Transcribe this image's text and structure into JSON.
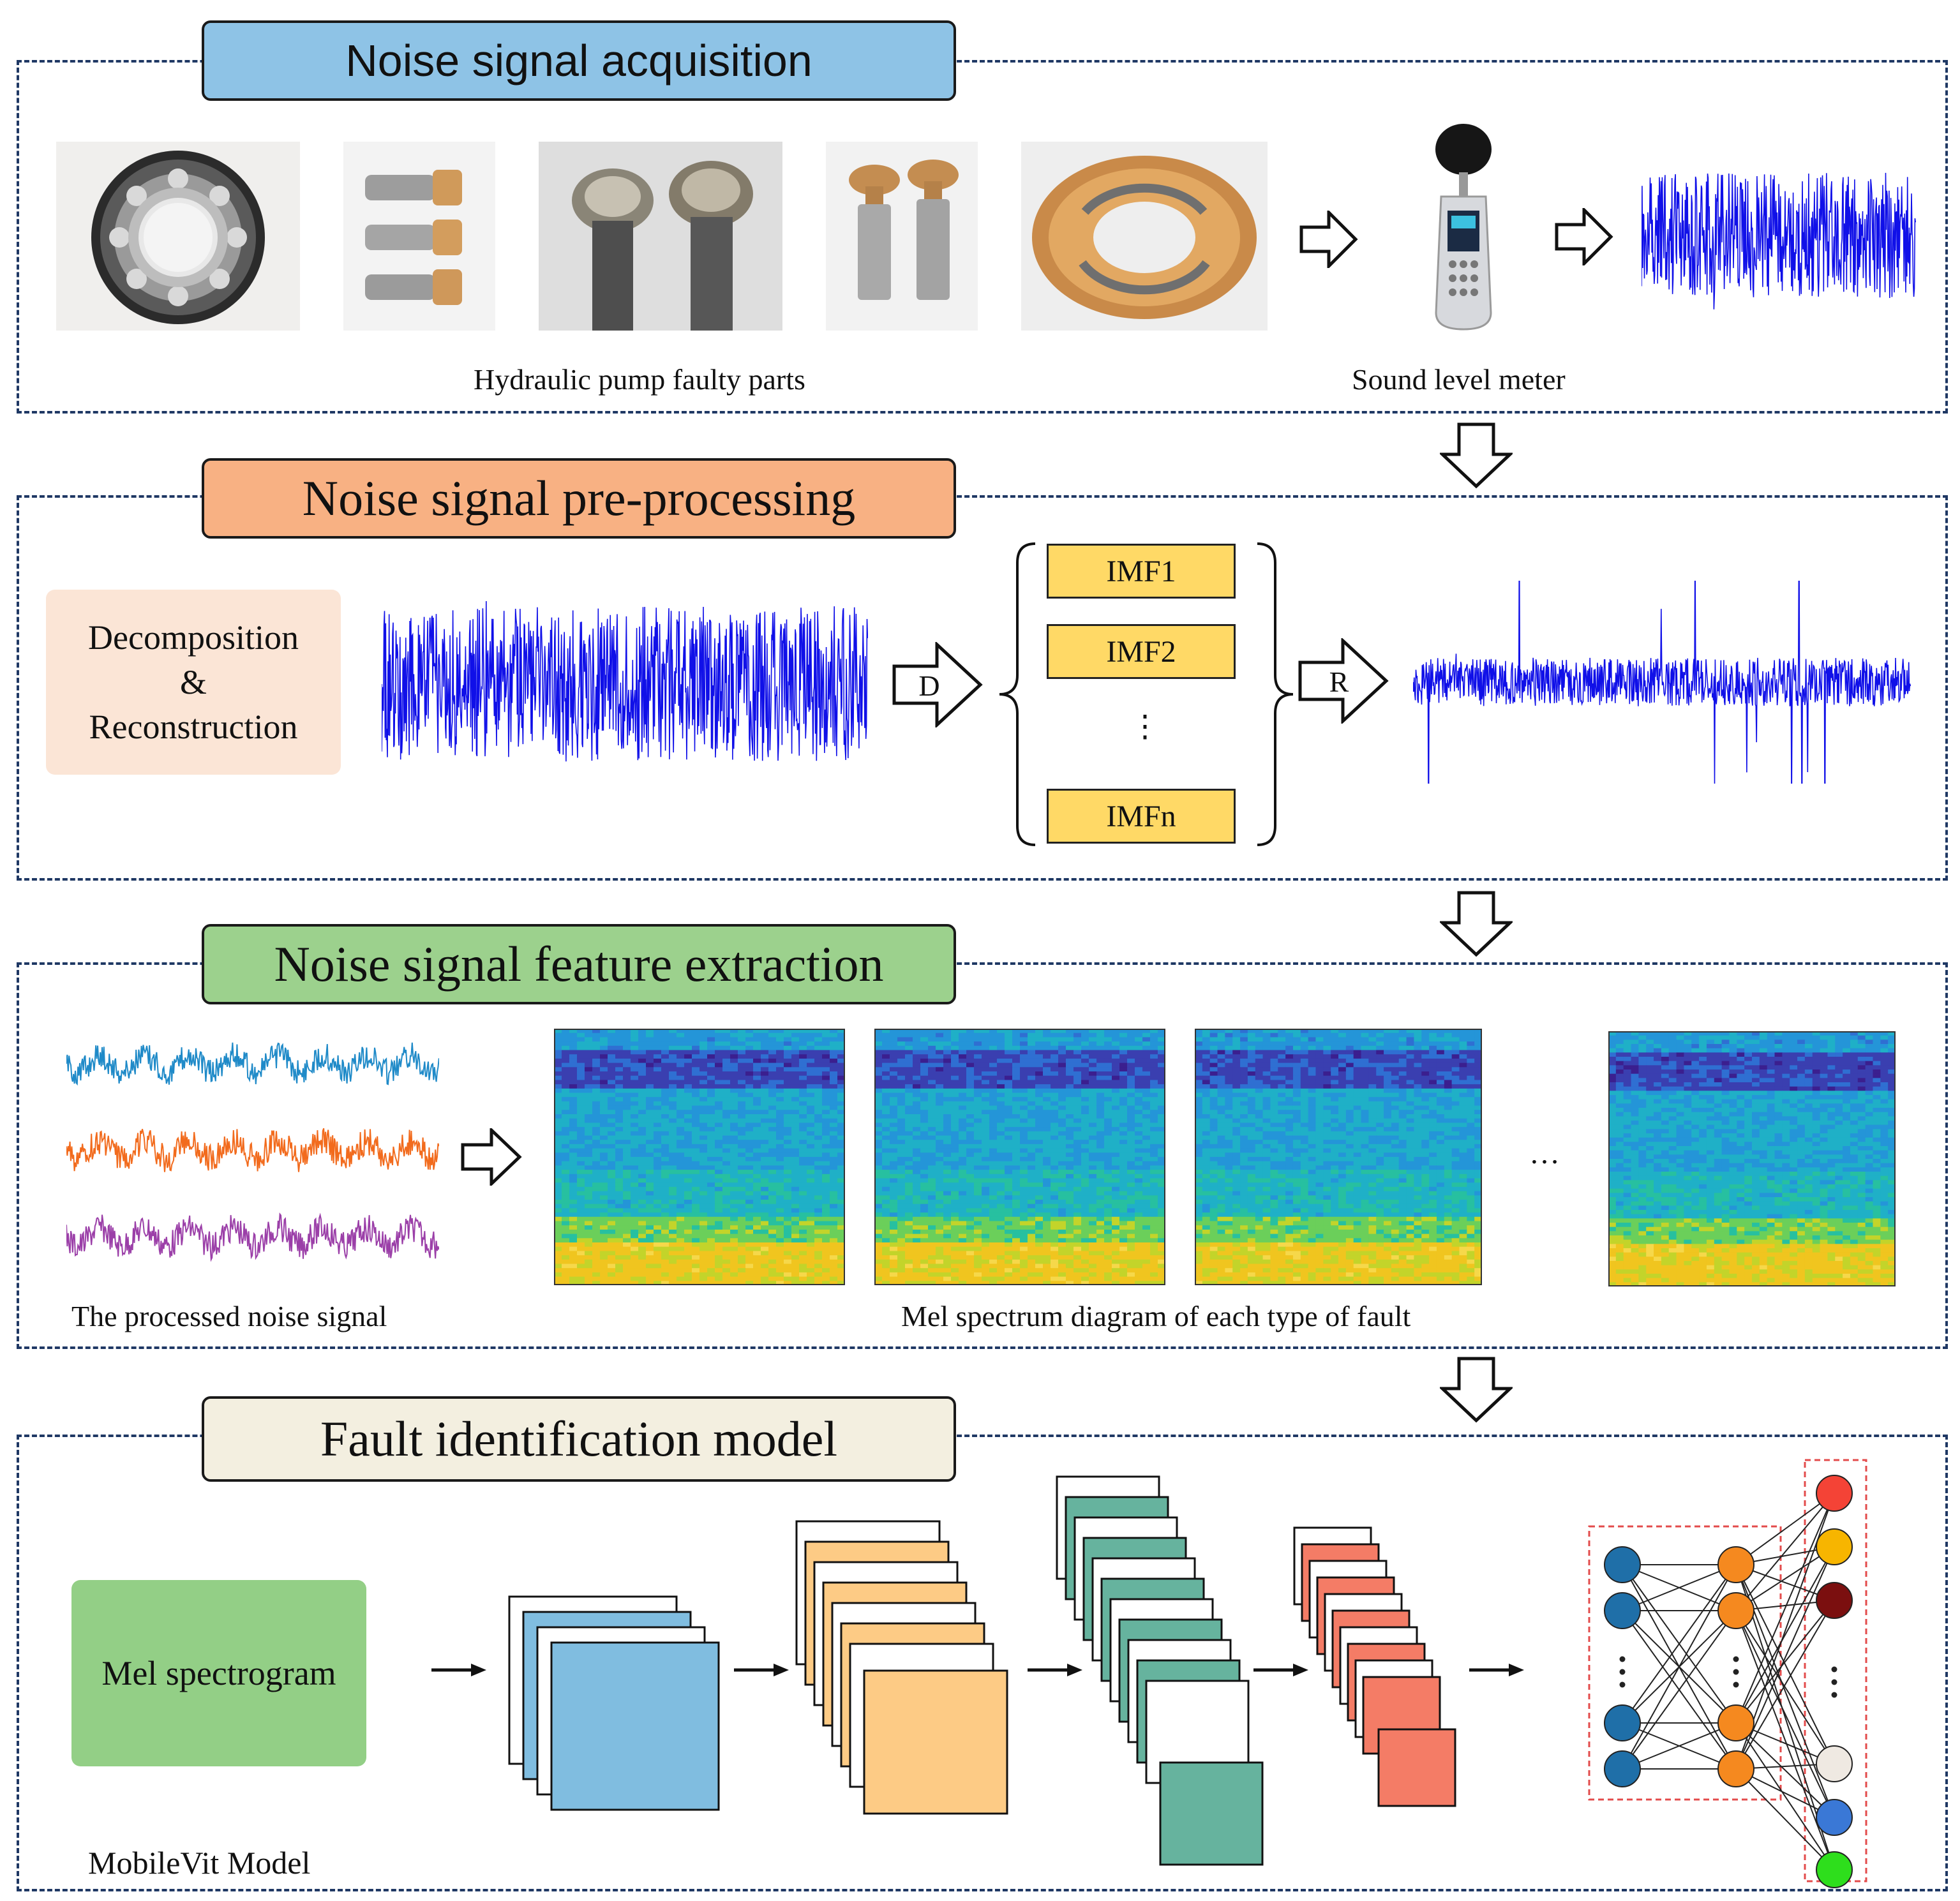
{
  "sections": {
    "acquisition": {
      "title": "Noise signal acquisition",
      "title_color": "#8ec3e6"
    },
    "preprocessing": {
      "title": "Noise signal pre-processing",
      "title_color": "#f8b183"
    },
    "feature": {
      "title": "Noise signal feature extraction",
      "title_color": "#9cd18d"
    },
    "model": {
      "title": "Fault identification model",
      "title_color": "#f3efe0"
    }
  },
  "acquisition": {
    "parts_caption": "Hydraulic pump faulty parts",
    "meter_caption": "Sound level meter",
    "photos": [
      "bearing-photo",
      "pistons-photo",
      "slipper-pair-photo",
      "piston-pair-photo",
      "valve-plate-photo"
    ]
  },
  "preprocessing": {
    "method_label_1": "Decomposition",
    "method_label_2": "&",
    "method_label_3": "Reconstruction",
    "decompose_label": "D",
    "reconstruct_label": "R",
    "imfs": [
      "IMF1",
      "IMF2",
      "IMFn"
    ],
    "imf_ellipsis": "⋮"
  },
  "feature": {
    "signal_caption": "The processed noise signal",
    "mel_caption": "Mel spectrum diagram of each type of fault",
    "ellipsis": "…",
    "signal_colors": [
      "#1f8ac8",
      "#f26b1d",
      "#9b3fa8"
    ]
  },
  "model": {
    "input_label": "Mel spectrogram",
    "model_label": "MobileVit Model",
    "output_colors": [
      "#f44336",
      "#f7b500",
      "#7b0f0f",
      "#efe9e2",
      "#3a78d6",
      "#2ede1c"
    ]
  },
  "colors": {
    "waveform": "#1010e8",
    "dash": "#1f3864",
    "blue_layer": "#80bde0",
    "orange_layer": "#fdcb85",
    "green_layer": "#66b39e",
    "red_layer": "#f47c66",
    "input_node": "#1f6fa8",
    "hidden_node": "#f5891f"
  }
}
